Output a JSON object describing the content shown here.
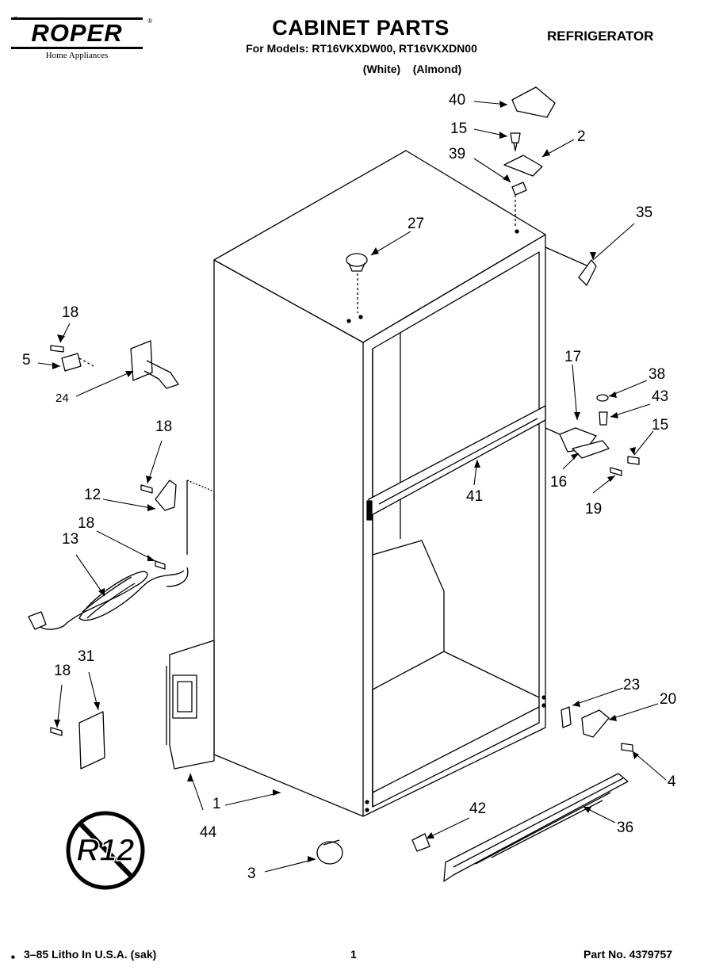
{
  "header": {
    "brand": "ROPER",
    "brand_tagline": "Home Appliances",
    "brand_mark": "®",
    "title": "CABINET PARTS",
    "models_line": "For Models: RT16VKXDW00, RT16VKXDN00",
    "colors_line": "(White)    (Almond)",
    "category": "REFRIGERATOR"
  },
  "badge": {
    "text": "R12"
  },
  "callouts": {
    "c40": "40",
    "c15a": "15",
    "c2": "2",
    "c39": "39",
    "c35": "35",
    "c27": "27",
    "c18a": "18",
    "c5": "5",
    "c24": "24",
    "c17": "17",
    "c38": "38",
    "c43": "43",
    "c15b": "15",
    "c16": "16",
    "c41": "41",
    "c19": "19",
    "c18b": "18",
    "c12": "12",
    "c18c": "18",
    "c13": "13",
    "c23": "23",
    "c20": "20",
    "c18d": "18",
    "c31": "31",
    "c4": "4",
    "c42": "42",
    "c36": "36",
    "c1": "1",
    "c44": "44",
    "c3": "3"
  },
  "footer": {
    "left": "3–85 Litho In U.S.A. (sak)",
    "page": "1",
    "part": "Part No. 4379757"
  },
  "marks": {
    "corner_left": "x",
    "corner_bottom": "■"
  }
}
